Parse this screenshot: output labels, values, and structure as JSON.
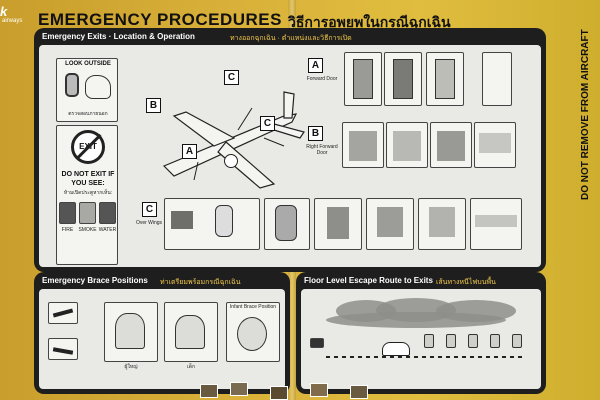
{
  "header": {
    "brand": "k",
    "brand_sub": "airways",
    "title": "EMERGENCY PROCEDURES",
    "title_thai": "วิธีการอพยพในกรณีฉุกเฉิน",
    "side_note": "DO NOT REMOVE FROM AIRCRAFT"
  },
  "exits_panel": {
    "heading": "Emergency Exits · Location & Operation",
    "heading_thai": "ทางออกฉุกเฉิน · ตำแหน่งและวิธีการเปิด",
    "look_outside": "LOOK OUTSIDE",
    "look_outside_caption": "ตรวจสอบภายนอก",
    "exit_sign": "EXIT",
    "do_not_exit": "DO NOT EXIT IF YOU SEE:",
    "do_not_exit_thai": "ห้ามเปิดประตูหากเห็น:",
    "hazards": [
      "FIRE",
      "SMOKE",
      "WATER"
    ],
    "door_letters": [
      "A",
      "B",
      "C"
    ],
    "door_a_label": "A",
    "door_a_caption": "Forward Door",
    "door_b_label": "B",
    "door_b_caption": "Right Forward Door",
    "door_c_label": "C",
    "door_c_caption": "Over Wings"
  },
  "brace_panel": {
    "heading": "Emergency Brace Positions",
    "heading_thai": "ท่าเตรียมพร้อมกรณีฉุกเฉิน",
    "captions": [
      "ผู้ใหญ่",
      "เด็ก",
      "Infant Brace Position"
    ]
  },
  "escape_panel": {
    "heading": "Floor Level Escape Route to Exits",
    "heading_thai": "เส้นทางหนีไฟบนพื้น"
  },
  "colors": {
    "card_yellow": "#d9b13a",
    "panel_black": "#1e1e1e",
    "panel_fill": "#e9e9e6",
    "accent_yellow": "#f2c84b"
  }
}
